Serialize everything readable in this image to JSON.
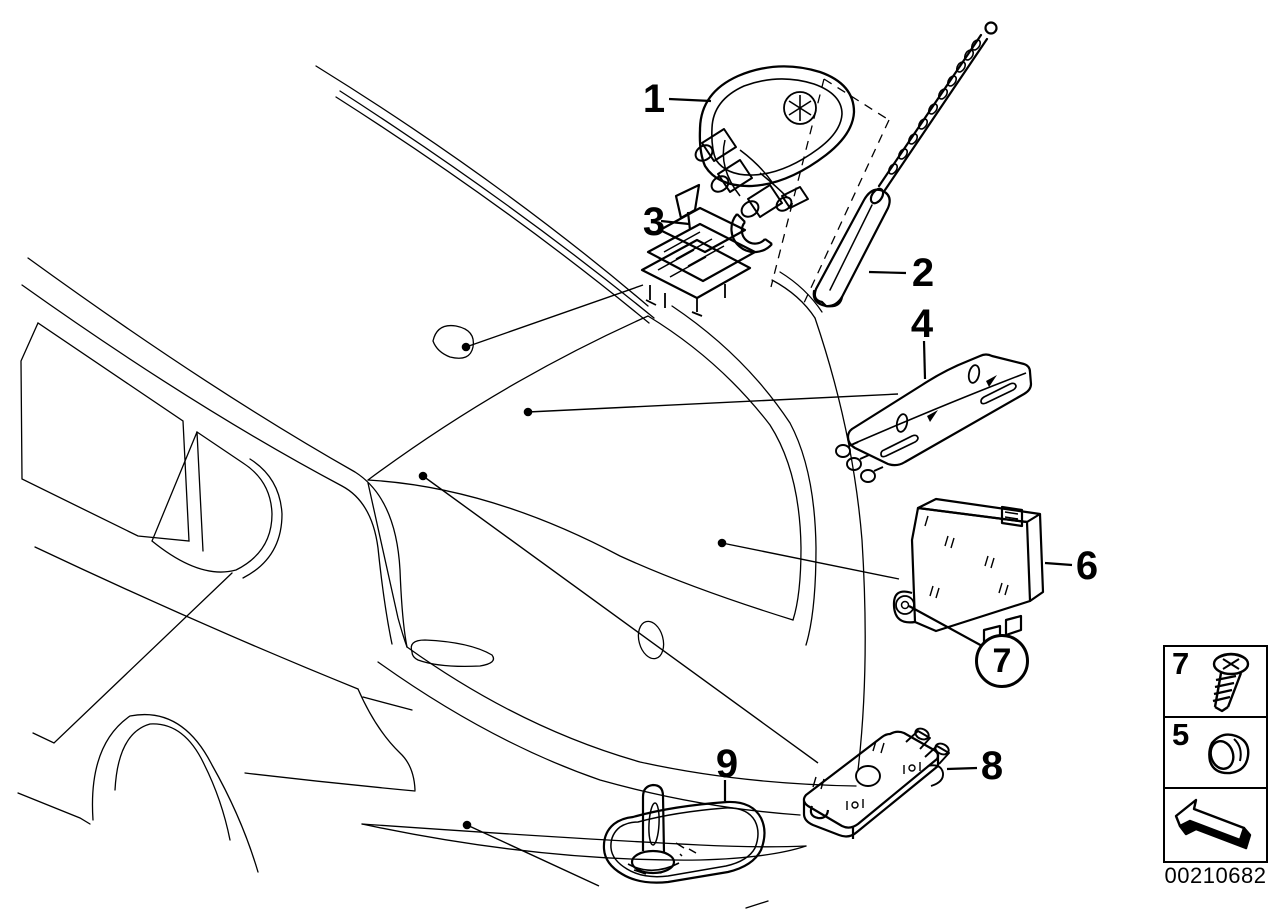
{
  "diagram": {
    "colors": {
      "ink": "#000000",
      "paper": "#ffffff"
    },
    "document_number": "00210682",
    "callouts": {
      "1": "1",
      "2": "2",
      "3": "3",
      "4": "4",
      "6": "6",
      "7": "7",
      "8": "8",
      "9": "9"
    },
    "legend": {
      "rows": [
        {
          "ref": "7",
          "icon": "screw-icon"
        },
        {
          "ref": "5",
          "icon": "grommet-icon"
        },
        {
          "ref": "",
          "icon": "direction-arrow-icon"
        }
      ]
    }
  }
}
